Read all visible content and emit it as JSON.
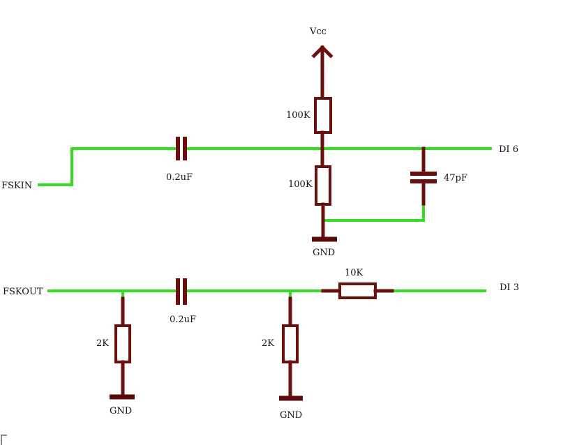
{
  "colors": {
    "wire": "#33dd22",
    "component": "#6b0f0f",
    "text": "#111111"
  },
  "labels": {
    "vcc": "Vcc",
    "r_top": "100K",
    "r_mid": "100K",
    "c_in": "0.2uF",
    "c_47": "47pF",
    "di6": "DI 6",
    "fskin": "FSKIN",
    "gnd_top": "GND",
    "fskout": "FSKOUT",
    "c_out": "0.2uF",
    "r_10k": "10K",
    "di3": "DI 3",
    "r_2k_left": "2K",
    "r_2k_right": "2K",
    "gnd_left": "GND",
    "gnd_right": "GND"
  }
}
